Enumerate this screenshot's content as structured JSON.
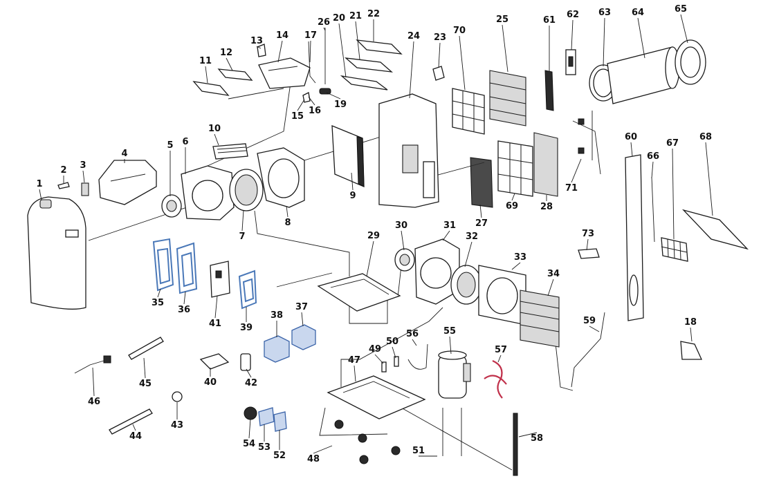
{
  "diagram": {
    "type": "exploded-parts-view",
    "part_numbers": [
      "1",
      "2",
      "3",
      "4",
      "5",
      "6",
      "7",
      "8",
      "9",
      "10",
      "11",
      "12",
      "13",
      "14",
      "15",
      "16",
      "17",
      "19",
      "20",
      "21",
      "22",
      "23",
      "24",
      "25",
      "26",
      "27",
      "28",
      "29",
      "30",
      "31",
      "32",
      "33",
      "34",
      "35",
      "36",
      "37",
      "38",
      "39",
      "40",
      "41",
      "42",
      "43",
      "44",
      "45",
      "46",
      "47",
      "48",
      "49",
      "50",
      "51",
      "52",
      "53",
      "54",
      "55",
      "56",
      "57",
      "58",
      "59",
      "60",
      "61",
      "62",
      "63",
      "64",
      "65",
      "66",
      "67",
      "68",
      "69",
      "70",
      "71",
      "73",
      "18"
    ],
    "colors": {
      "line": "#1a1a1a",
      "highlight_blue": "#4a78b8",
      "highlight_red": "#c0304a",
      "background": "#ffffff"
    }
  }
}
